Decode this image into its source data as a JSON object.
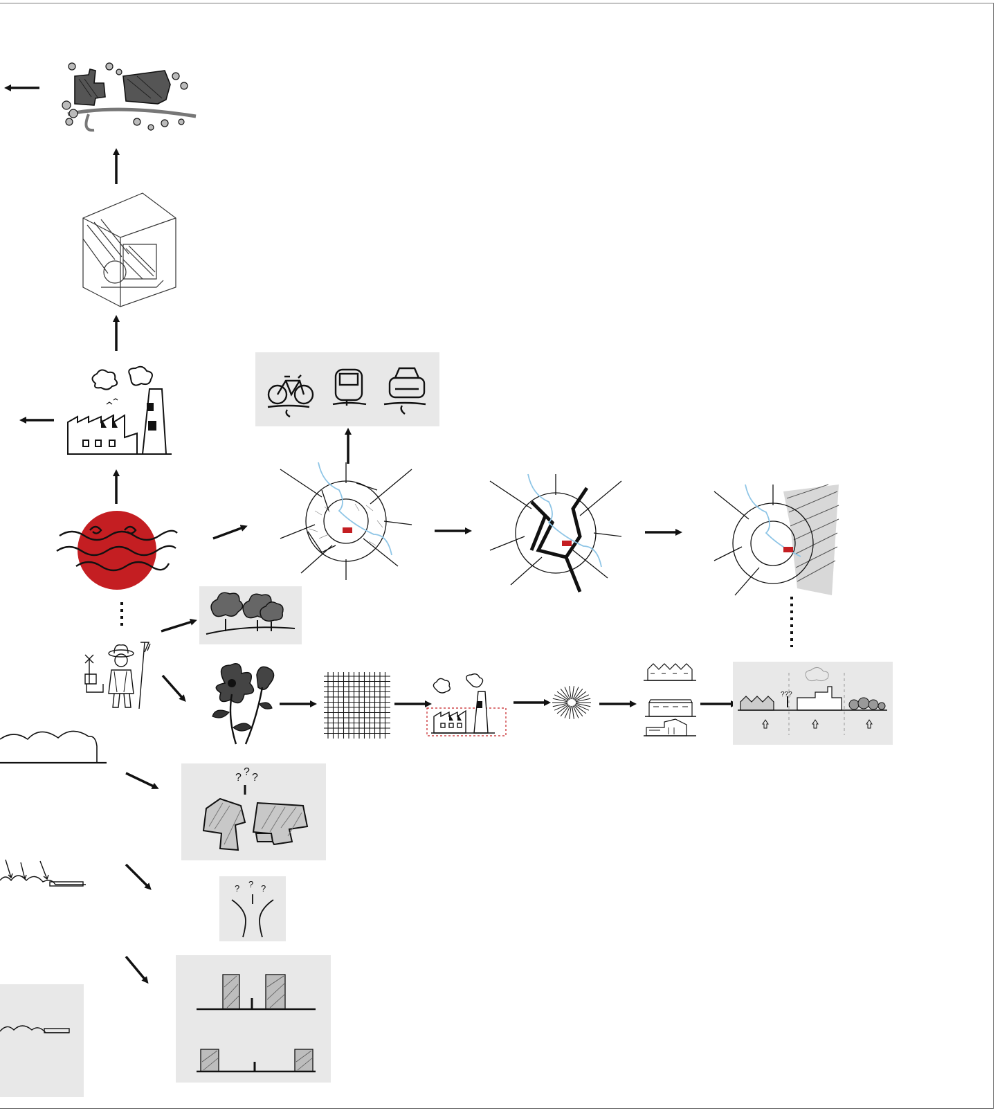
{
  "diagram": {
    "colors": {
      "accent": "#c41e22",
      "panel": "#e8e8e8",
      "ink": "#111111",
      "water": "#8ec5e6"
    },
    "question_marks": {
      "vacant_plots": [
        "?",
        "?",
        "?"
      ],
      "crossroads": [
        "?",
        "?",
        "?"
      ],
      "streetscape": "???"
    },
    "nodes": [
      {
        "name": "aerial-site-plan-sketch",
        "icon": "site-plan-icon"
      },
      {
        "name": "engine-house-axonometric",
        "icon": "engine-house-icon"
      },
      {
        "name": "factory-sketch",
        "icon": "factory-icon"
      },
      {
        "name": "industrial-revolution-sun",
        "icon": "red-sun-waves-icon"
      },
      {
        "name": "transport-modes-panel",
        "icon": "bicycle-tram-car-icon"
      },
      {
        "name": "city-map-base",
        "icon": "city-map-icon"
      },
      {
        "name": "city-map-ring-road",
        "icon": "city-map-roads-icon"
      },
      {
        "name": "city-map-zone",
        "icon": "city-map-zone-icon"
      },
      {
        "name": "trees-panel",
        "icon": "trees-icon"
      },
      {
        "name": "farmer-windmill-sketch",
        "icon": "farmer-icon"
      },
      {
        "name": "flowers-sketch",
        "icon": "flower-icon"
      },
      {
        "name": "woven-fabric-sketch",
        "icon": "fabric-icon"
      },
      {
        "name": "factory-framed-sketch",
        "icon": "factory-icon"
      },
      {
        "name": "fibre-cluster-sketch",
        "icon": "fibre-icon"
      },
      {
        "name": "building-types-sketch",
        "icon": "houses-icon"
      },
      {
        "name": "streetscape-panel",
        "icon": "streetscape-icon"
      },
      {
        "name": "sawtooth-roof-sketch",
        "icon": "roof-icon"
      },
      {
        "name": "vacant-plots-panel",
        "icon": "vacant-plots-icon"
      },
      {
        "name": "roof-arrows-sketch",
        "icon": "roof-arrows-icon"
      },
      {
        "name": "crossroads-panel",
        "icon": "crossroads-icon"
      },
      {
        "name": "building-gap-panel",
        "icon": "building-gap-icon"
      },
      {
        "name": "roof-profile-panel",
        "icon": "roof-profile-icon"
      }
    ]
  }
}
